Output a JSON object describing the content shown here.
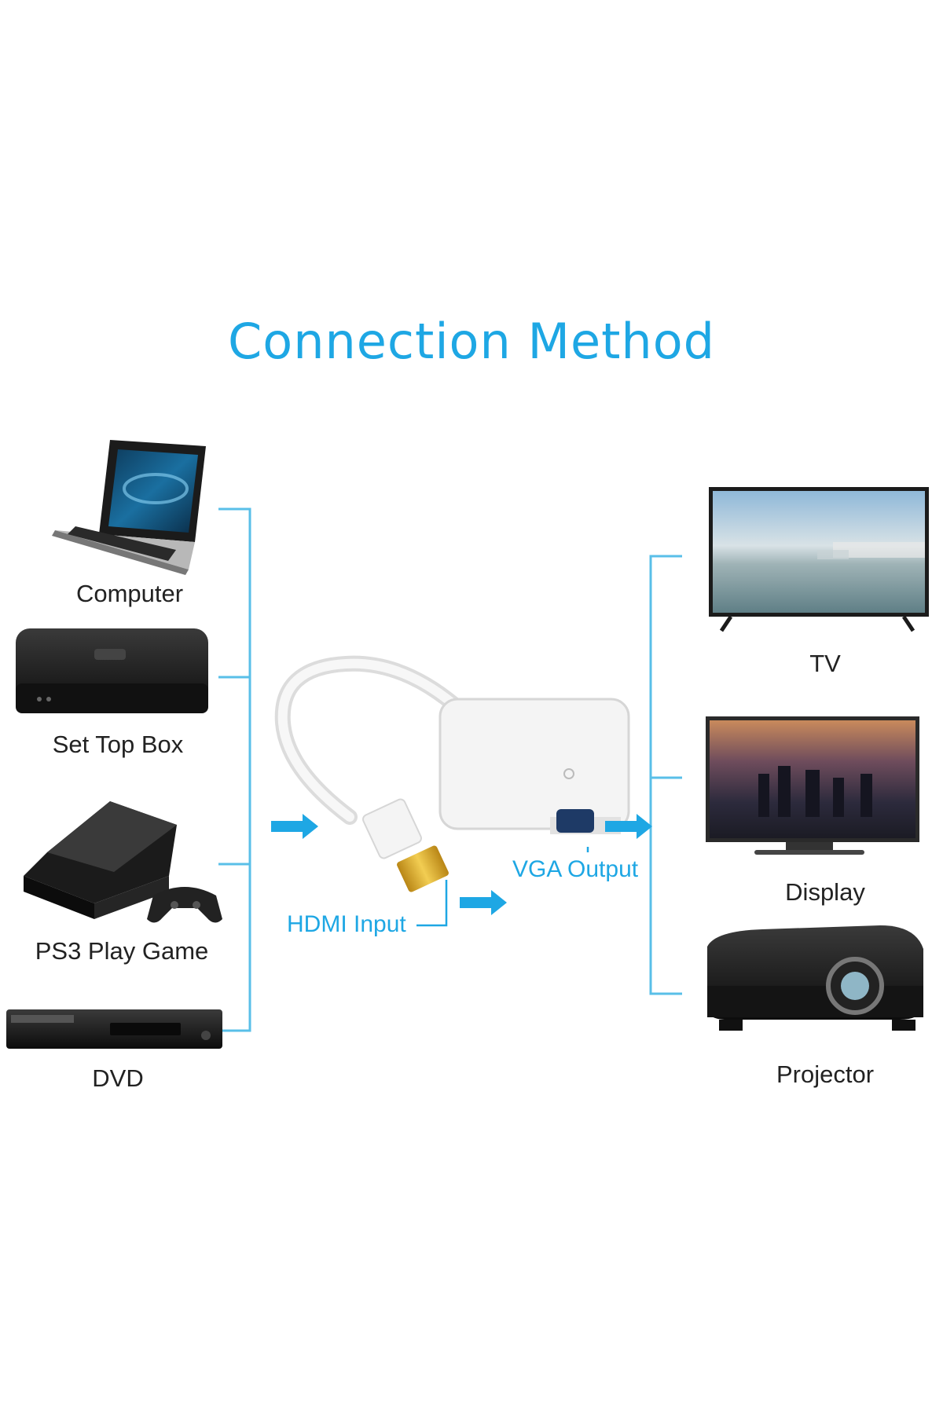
{
  "title": "Connection Method",
  "colors": {
    "accent": "#1ea7e4",
    "line": "#59bfe8",
    "device_dark": "#1b1b1b",
    "adapter_white": "#f4f4f4",
    "gold": "#d9a521"
  },
  "sources": [
    {
      "label": "Computer",
      "icon": "laptop-icon"
    },
    {
      "label": "Set Top Box",
      "icon": "set-top-box-icon"
    },
    {
      "label": "PS3 Play Game",
      "icon": "ps3-console-icon"
    },
    {
      "label": "DVD",
      "icon": "dvd-player-icon"
    }
  ],
  "outputs": [
    {
      "label": "TV",
      "icon": "tv-icon"
    },
    {
      "label": "Display",
      "icon": "monitor-icon"
    },
    {
      "label": "Projector",
      "icon": "projector-icon"
    }
  ],
  "adapter": {
    "input_label": "HDMI Input",
    "output_label": "VGA Output"
  }
}
